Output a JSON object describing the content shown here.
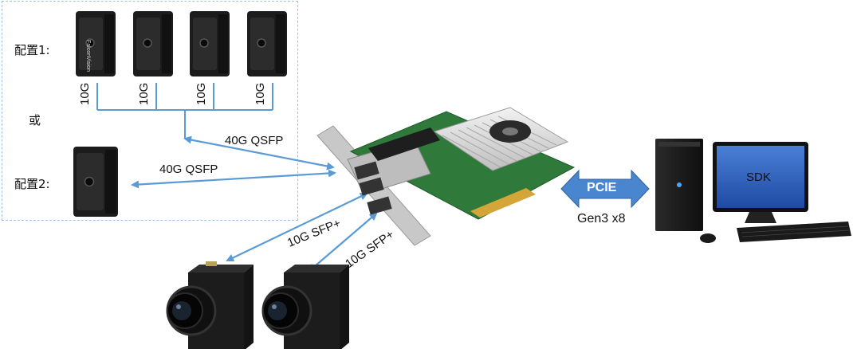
{
  "config": {
    "config1_label": "配置1:",
    "or_label": "或",
    "config2_label": "配置2:"
  },
  "cameras": {
    "brand_text": "FalconVision",
    "small_port_labels": [
      "10G",
      "10G",
      "10G",
      "10G"
    ]
  },
  "links": {
    "qsfp_label_1": "40G QSFP",
    "qsfp_label_2": "40G QSFP",
    "sfp_label_1": "10G SFP+",
    "sfp_label_2": "10G SFP+"
  },
  "pcie": {
    "arrow_label": "PCIE",
    "gen_label": "Gen3 x8"
  },
  "computer": {
    "screen_label": "SDK"
  },
  "colors": {
    "connector_blue": "#5b9bd5",
    "dashed_border": "#9dc3e6",
    "camera_black": "#1c1c1c",
    "camera_face": "#3a3a3a",
    "pcb_green": "#2f7a3a",
    "heatsink": "#d9d9d9"
  }
}
